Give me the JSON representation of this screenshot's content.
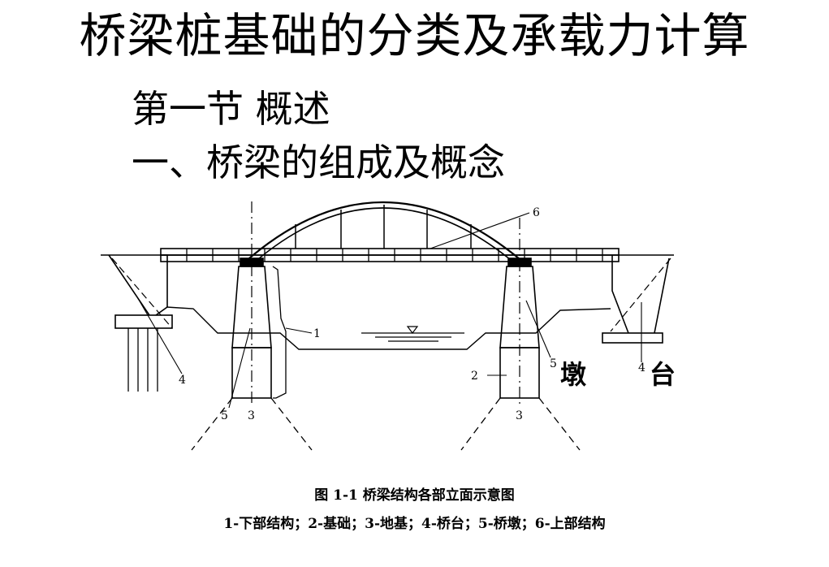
{
  "title": "桥梁桩基础的分类及承载力计算",
  "section_heading": "第一节   概述",
  "subsection_heading": "一、桥梁的组成及概念",
  "figure": {
    "callouts": [
      "1",
      "2",
      "3",
      "3",
      "4",
      "4",
      "5",
      "5",
      "6"
    ],
    "handwritten_notes": [
      "墩",
      "台"
    ],
    "caption": "图 1-1   桥梁结构各部立面示意图",
    "legend": "1-下部结构；2-基础；3-地基；4-桥台；5-桥墩；6-上部结构"
  }
}
